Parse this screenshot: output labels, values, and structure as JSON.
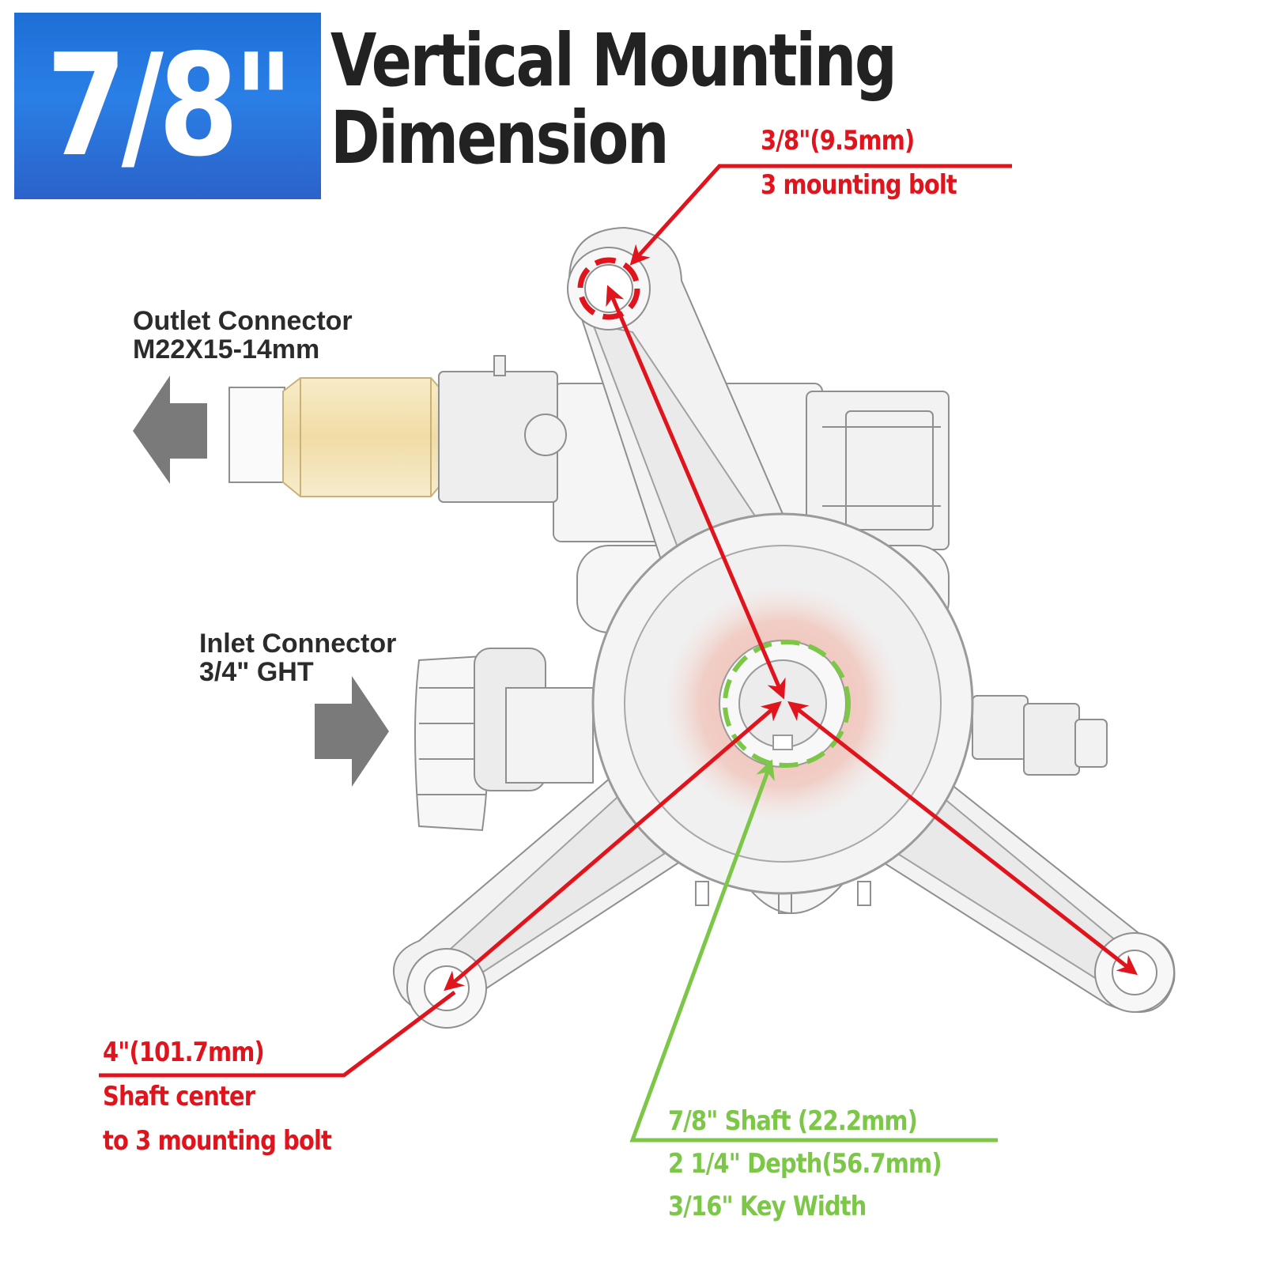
{
  "badge": {
    "text": "7/8\"",
    "color": "#2a7fe6"
  },
  "title": {
    "line1": "Vertical Mounting",
    "line2": "Dimension"
  },
  "callouts": {
    "bolt_size": {
      "line1": "3/8\"(9.5mm)",
      "line2": "3 mounting bolt",
      "color": "#e0141c"
    },
    "outlet": {
      "line1": "Outlet Connector",
      "line2": "M22X15-14mm"
    },
    "inlet": {
      "line1": "Inlet Connector",
      "line2": "3/4\" GHT"
    },
    "bolt_distance": {
      "line1": "4\"(101.7mm)",
      "line2": "Shaft center",
      "line3": "to 3 mounting bolt",
      "color": "#e0141c"
    },
    "shaft": {
      "line1": "7/8\" Shaft (22.2mm)",
      "line2": "2 1/4\" Depth(56.7mm)",
      "line3": "3/16\" Key Width",
      "color": "#7cc648"
    }
  },
  "colors": {
    "red": "#e0141c",
    "green": "#7cc648",
    "arrow_gray": "#7a7a7a",
    "sketch": "#8f8f8f"
  }
}
